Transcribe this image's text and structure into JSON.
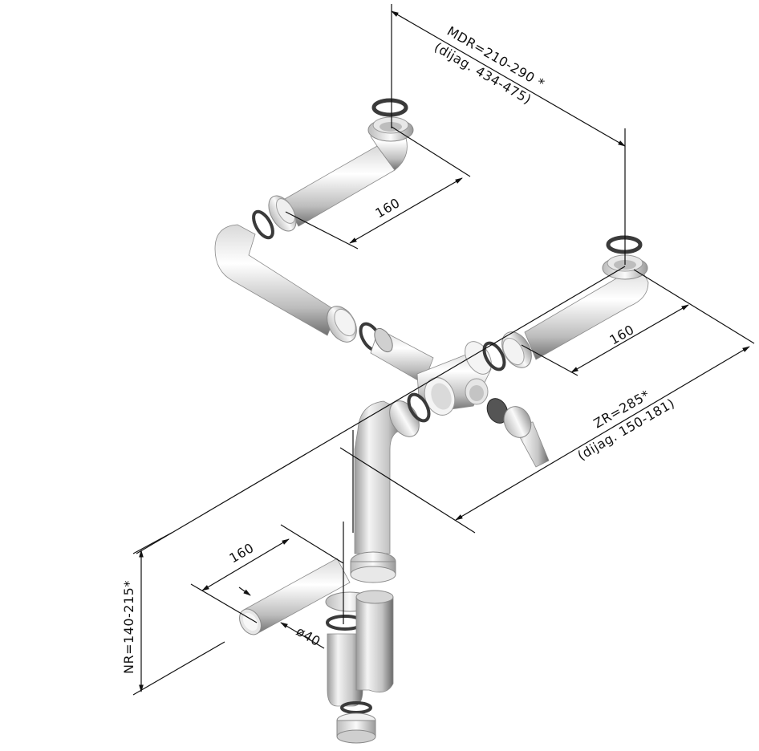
{
  "diagram": {
    "type": "exploded isometric plumbing assembly (double-bowl sink siphon)",
    "dimensions": {
      "mdr": {
        "label": "MDR=210-290 *",
        "sub": "(dijag. 434-475)"
      },
      "zr": {
        "label": "ZR=285*",
        "sub": "(dijag. 150-181)"
      },
      "nr": {
        "label": "NR=140-215*"
      },
      "len_upper_left": {
        "label": "160"
      },
      "len_right": {
        "label": "160"
      },
      "len_side_outlet": {
        "label": "160"
      },
      "diameter": {
        "label": "ø40"
      }
    },
    "parts": [
      "left-sink-inlet-gasket",
      "left-sink-inlet-nut",
      "left-elbow-pipe",
      "upper-left-straight-pipe",
      "left-connector-nut",
      "left-connector-gasket",
      "long-elbow-pipe",
      "tee-nut",
      "tee-gasket",
      "threaded-tee-pipe",
      "tee-junction",
      "right-sink-inlet-gasket",
      "right-sink-inlet-nut",
      "right-elbow-pipe",
      "right-connector-nut",
      "right-connector-gasket",
      "appliance-plug-cap",
      "appliance-hose-connector",
      "vertical-drop-elbow",
      "drop-gasket",
      "trap-nut",
      "bottle-trap-body",
      "side-outlet-pipe",
      "bottom-gasket",
      "bottom-cleanout-cap"
    ],
    "colors": {
      "background": "#ffffff",
      "pipe_light": "#f2f2f2",
      "pipe_mid": "#c8c8c8",
      "pipe_dark": "#7a7a7a",
      "gasket": "#3a3a3a",
      "line": "#111111"
    }
  }
}
